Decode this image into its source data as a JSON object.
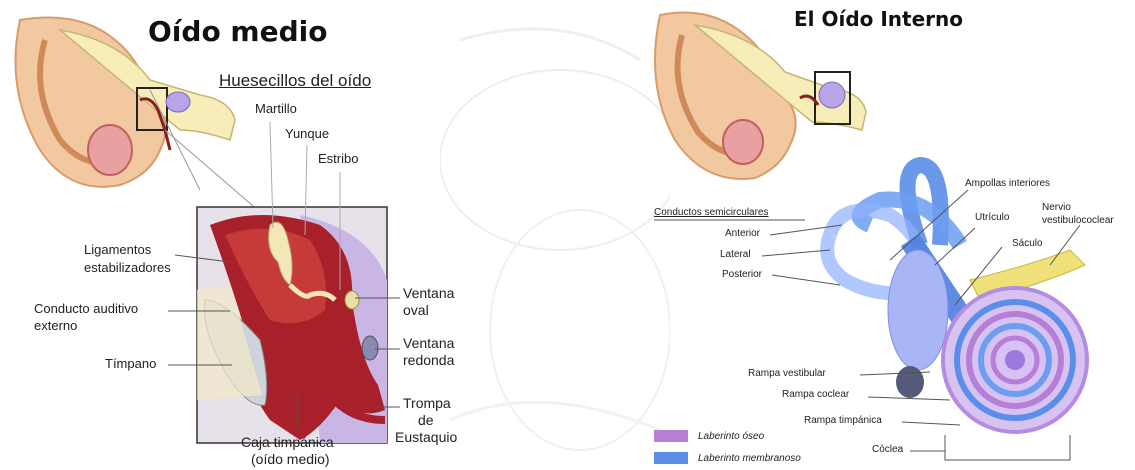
{
  "left": {
    "title": "Oído medio",
    "subtitle": "Huesecillos del oído",
    "labels": {
      "martillo": "Martillo",
      "yunque": "Yunque",
      "estribo": "Estribo",
      "ligamentos_1": "Ligamentos",
      "ligamentos_2": "estabilizadores",
      "conducto_1": "Conducto auditivo",
      "conducto_2": "externo",
      "timpano": "Tímpano",
      "ventana_oval_1": "Ventana",
      "ventana_oval_2": "oval",
      "ventana_redonda_1": "Ventana",
      "ventana_redonda_2": "redonda",
      "trompa_1": "Trompa",
      "trompa_2": "de",
      "trompa_3": "Eustaquio",
      "caja_1": "Caja timpánica",
      "caja_2": "(oído medio)"
    }
  },
  "right": {
    "title": "El Oído Interno",
    "labels": {
      "conductos": "Conductos semicirculares",
      "anterior": "Anterior",
      "lateral": "Lateral",
      "posterior": "Posterior",
      "ampollas": "Ampollas interiores",
      "utriculo": "Utrículo",
      "saculo": "Sáculo",
      "nervio_1": "Nervio",
      "nervio_2": "vestibulococlear",
      "rampa_vestibular": "Rampa vestibular",
      "rampa_coclear": "Rampa coclear",
      "rampa_timpanica": "Rampa timpánica",
      "coclea": "Cóclea"
    },
    "legend": [
      {
        "label": "Laberinto óseo",
        "color": "#b57fd6"
      },
      {
        "label": "Laberinto membranoso",
        "color": "#5a8ee8"
      }
    ]
  },
  "colors": {
    "skin": "#f2c8a0",
    "bone": "#f4ecc6",
    "cavity_red": "#a8202a",
    "bony_labyrinth": "#b57fd6",
    "membranous_labyrinth": "#5a8ee8"
  }
}
